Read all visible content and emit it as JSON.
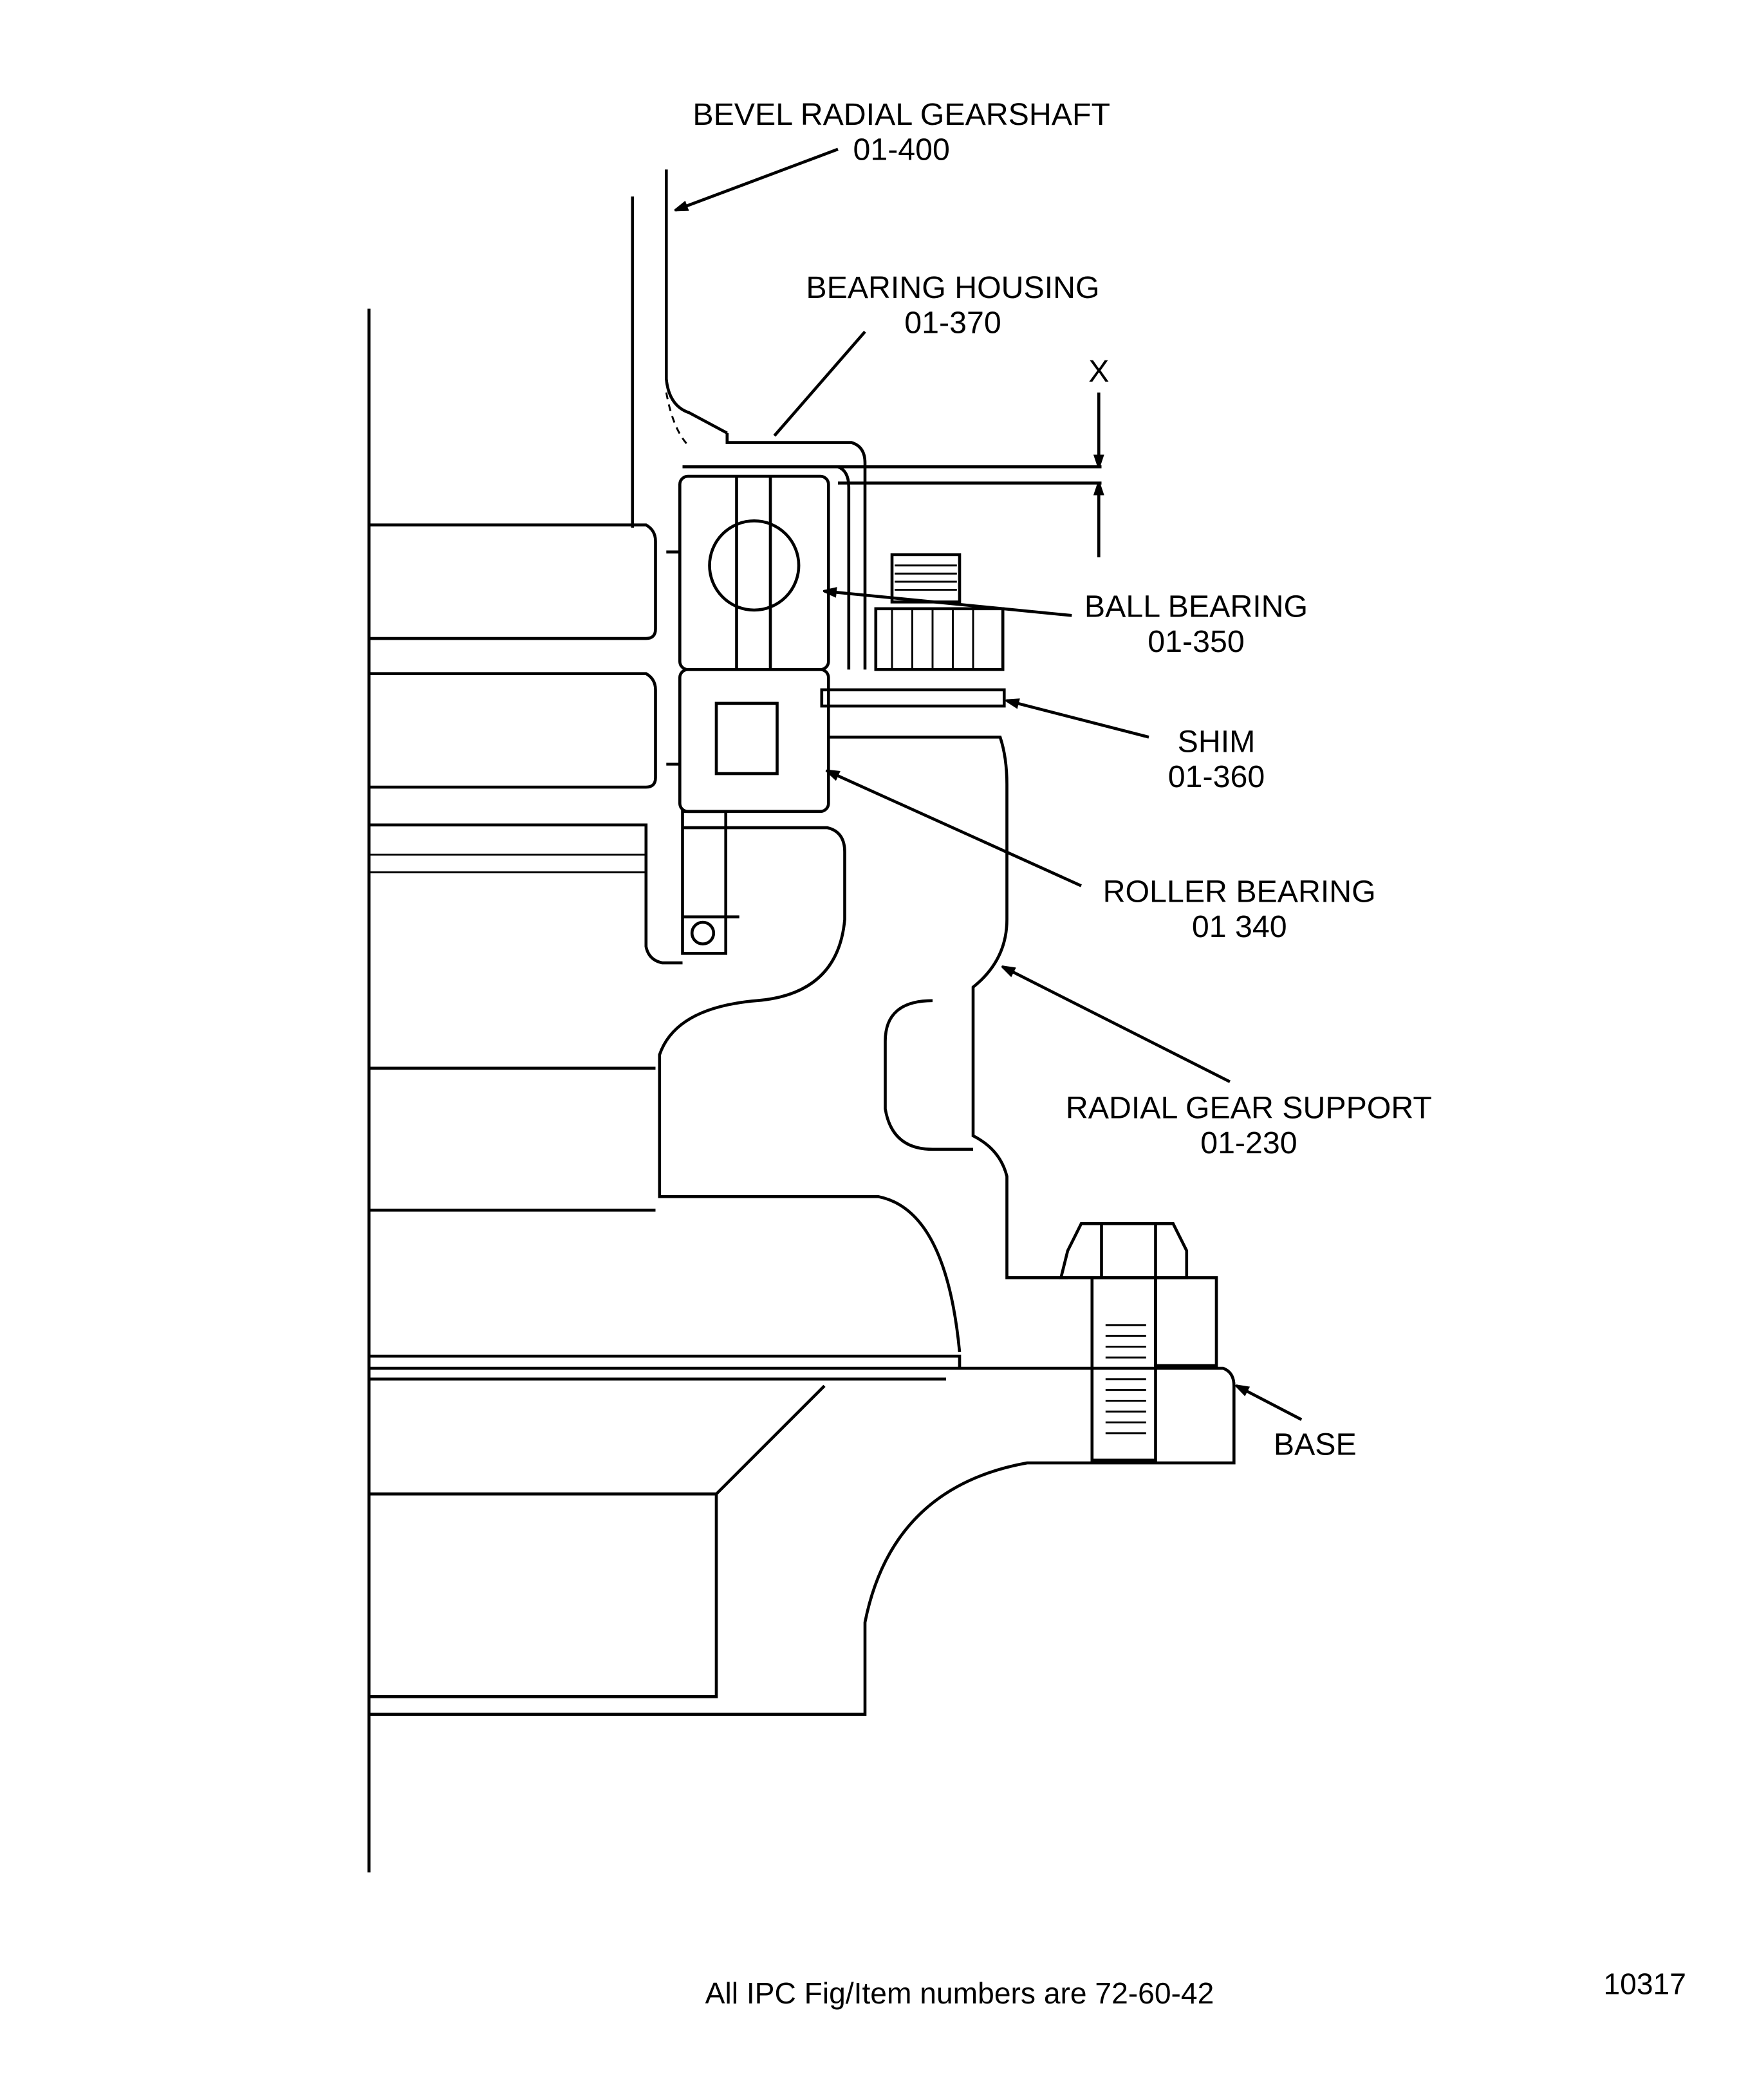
{
  "labels": [
    {
      "name": "BEVEL RADIAL GEARSHAFT",
      "number": "01-400"
    },
    {
      "name": "BEARING HOUSING",
      "number": "01-370"
    },
    {
      "name": "BALL BEARING",
      "number": "01-350"
    },
    {
      "name": "SHIM",
      "number": "01-360"
    },
    {
      "name": "ROLLER BEARING",
      "number": "01 340"
    },
    {
      "name": "RADIAL GEAR SUPPORT",
      "number": "01-230"
    },
    {
      "name": "BASE",
      "number": ""
    }
  ],
  "dimension_label": "X",
  "footer": {
    "note": "All IPC Fig/Item numbers are 72-60-42",
    "figure_id": "10317"
  }
}
